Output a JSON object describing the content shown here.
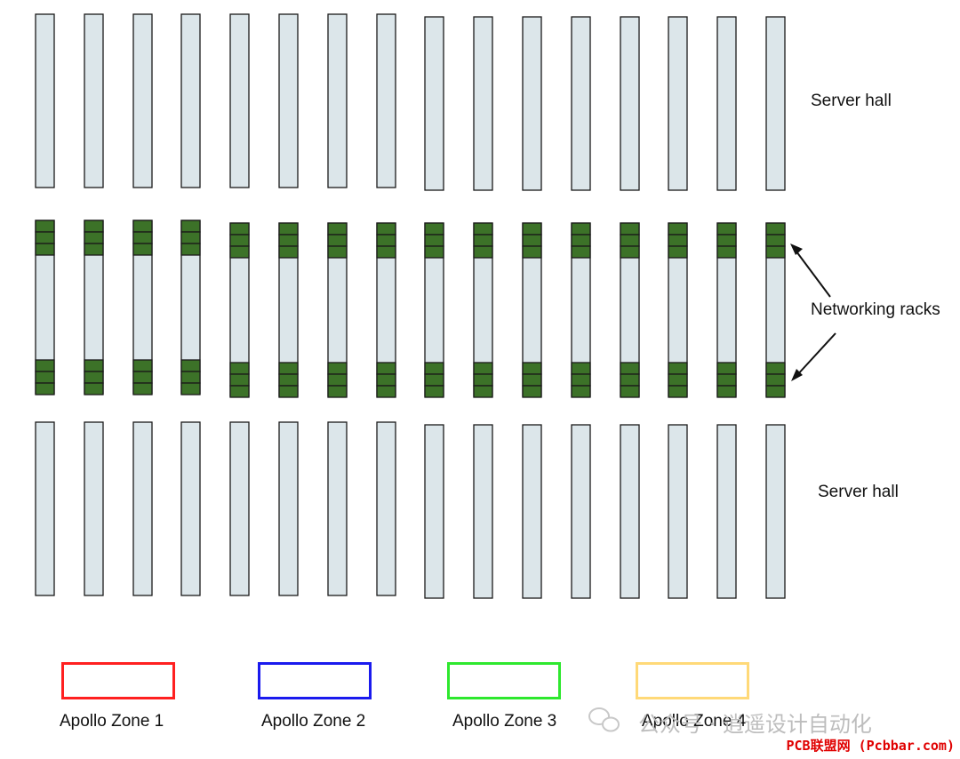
{
  "labels": {
    "server_hall_top": "Server hall",
    "networking_racks": "Networking racks",
    "server_hall_bottom": "Server hall"
  },
  "legend": [
    {
      "label": "Apollo Zone 1",
      "color": "#ff2020"
    },
    {
      "label": "Apollo Zone 2",
      "color": "#1a1aee"
    },
    {
      "label": "Apollo Zone 3",
      "color": "#2ee82e"
    },
    {
      "label": "Apollo Zone 4",
      "color": "#ffd978"
    }
  ],
  "watermark": "公众号 · 逍遥设计自动化",
  "stamp": "PCB联盟网 (Pcbbar.com)",
  "colors": {
    "rack_fill": "#dce6ea",
    "rack_border": "#1a1a1a",
    "network_fill": "#3c7228"
  },
  "rows": {
    "rack_count": 16,
    "network_units_per_group": 3
  }
}
